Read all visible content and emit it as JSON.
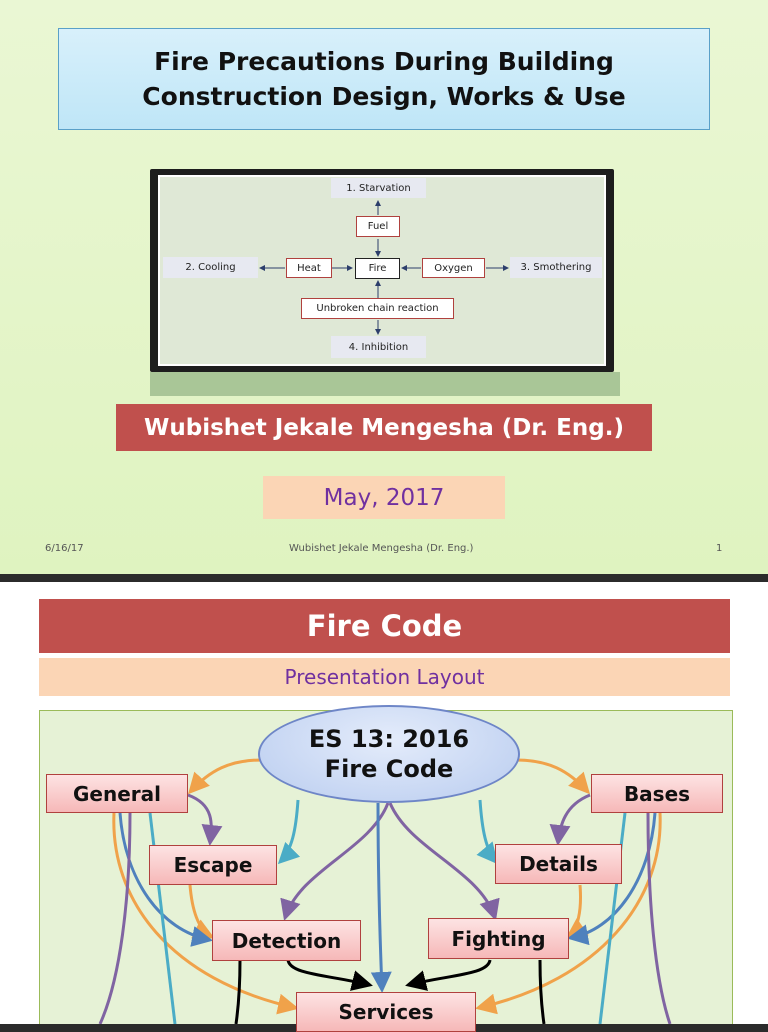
{
  "slide1": {
    "title_line1": "Fire Precautions During Building",
    "title_line2": "Construction Design, Works & Use",
    "diagram": {
      "starvation": "1. Starvation",
      "fuel": "Fuel",
      "cooling": "2. Cooling",
      "heat": "Heat",
      "fire": "Fire",
      "oxygen": "Oxygen",
      "smothering": "3. Smothering",
      "chain": "Unbroken chain reaction",
      "inhibition": "4. Inhibition"
    },
    "author": "Wubishet Jekale Mengesha (Dr. Eng.)",
    "date": "May, 2017",
    "footer_date": "6/16/17",
    "footer_author": "Wubishet Jekale Mengesha (Dr. Eng.)",
    "page_number": "1"
  },
  "slide2": {
    "title": "Fire Code",
    "subtitle": "Presentation Layout",
    "center_line1": "ES 13: 2016",
    "center_line2": "Fire Code",
    "nodes": {
      "general": "General",
      "bases": "Bases",
      "escape": "Escape",
      "details": "Details",
      "detection": "Detection",
      "fighting": "Fighting",
      "services": "Services"
    }
  },
  "colors": {
    "accent_red": "#c0504d",
    "peach": "#fbd5b5",
    "purple_text": "#7030a0",
    "arrow_orange": "#f0a24a",
    "arrow_purple": "#8064a2",
    "arrow_blue": "#4f81bd",
    "arrow_teal": "#4bacc6",
    "arrow_black": "#000000"
  }
}
